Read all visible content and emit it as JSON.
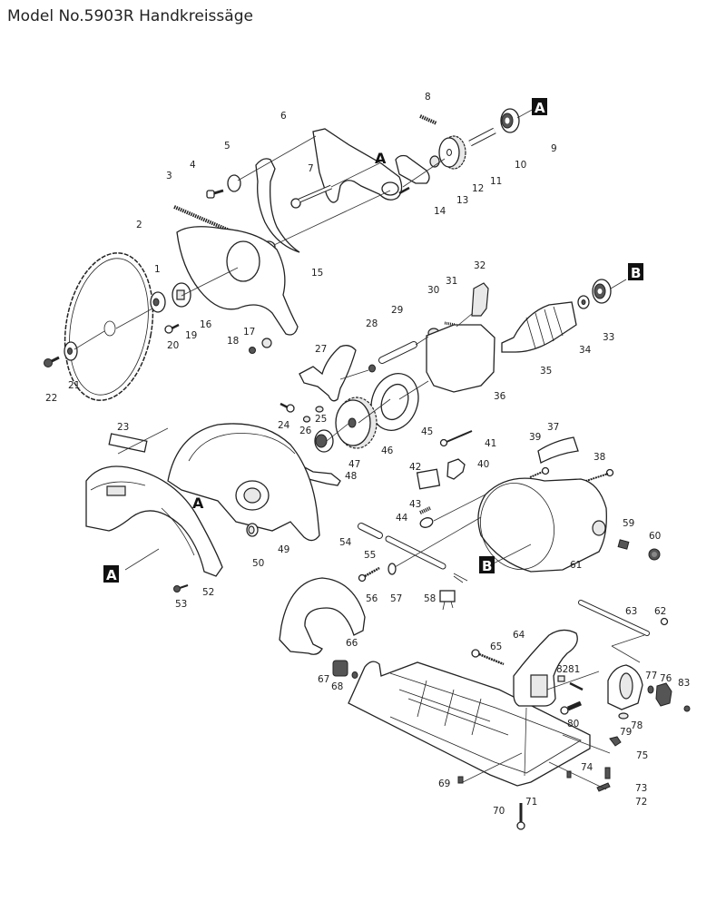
{
  "header": {
    "title": "Model No.5903R Handkreissäge"
  },
  "diagram": {
    "type": "exploded-parts-view",
    "reference_markers": {
      "A_inline": "A",
      "A_box": "A",
      "B_box": "B"
    },
    "parts": [
      {
        "no": "1"
      },
      {
        "no": "2"
      },
      {
        "no": "3"
      },
      {
        "no": "4"
      },
      {
        "no": "5"
      },
      {
        "no": "6"
      },
      {
        "no": "7"
      },
      {
        "no": "8"
      },
      {
        "no": "9"
      },
      {
        "no": "10"
      },
      {
        "no": "11"
      },
      {
        "no": "12"
      },
      {
        "no": "13"
      },
      {
        "no": "14"
      },
      {
        "no": "15"
      },
      {
        "no": "16"
      },
      {
        "no": "17"
      },
      {
        "no": "18"
      },
      {
        "no": "19"
      },
      {
        "no": "20"
      },
      {
        "no": "21"
      },
      {
        "no": "22"
      },
      {
        "no": "23"
      },
      {
        "no": "24"
      },
      {
        "no": "25"
      },
      {
        "no": "26"
      },
      {
        "no": "27"
      },
      {
        "no": "28"
      },
      {
        "no": "29"
      },
      {
        "no": "30"
      },
      {
        "no": "31"
      },
      {
        "no": "32"
      },
      {
        "no": "33"
      },
      {
        "no": "34"
      },
      {
        "no": "35"
      },
      {
        "no": "36"
      },
      {
        "no": "37"
      },
      {
        "no": "38"
      },
      {
        "no": "39"
      },
      {
        "no": "40"
      },
      {
        "no": "41"
      },
      {
        "no": "42"
      },
      {
        "no": "43"
      },
      {
        "no": "44"
      },
      {
        "no": "45"
      },
      {
        "no": "46"
      },
      {
        "no": "47"
      },
      {
        "no": "48"
      },
      {
        "no": "49"
      },
      {
        "no": "50"
      },
      {
        "no": "52"
      },
      {
        "no": "53"
      },
      {
        "no": "54"
      },
      {
        "no": "55"
      },
      {
        "no": "56"
      },
      {
        "no": "57"
      },
      {
        "no": "58"
      },
      {
        "no": "59"
      },
      {
        "no": "60"
      },
      {
        "no": "61"
      },
      {
        "no": "62"
      },
      {
        "no": "63"
      },
      {
        "no": "64"
      },
      {
        "no": "65"
      },
      {
        "no": "66"
      },
      {
        "no": "67"
      },
      {
        "no": "68"
      },
      {
        "no": "69"
      },
      {
        "no": "70"
      },
      {
        "no": "71"
      },
      {
        "no": "72"
      },
      {
        "no": "73"
      },
      {
        "no": "74"
      },
      {
        "no": "75"
      },
      {
        "no": "76"
      },
      {
        "no": "77"
      },
      {
        "no": "78"
      },
      {
        "no": "79"
      },
      {
        "no": "80"
      },
      {
        "no": "81"
      },
      {
        "no": "82"
      },
      {
        "no": "83"
      }
    ]
  }
}
